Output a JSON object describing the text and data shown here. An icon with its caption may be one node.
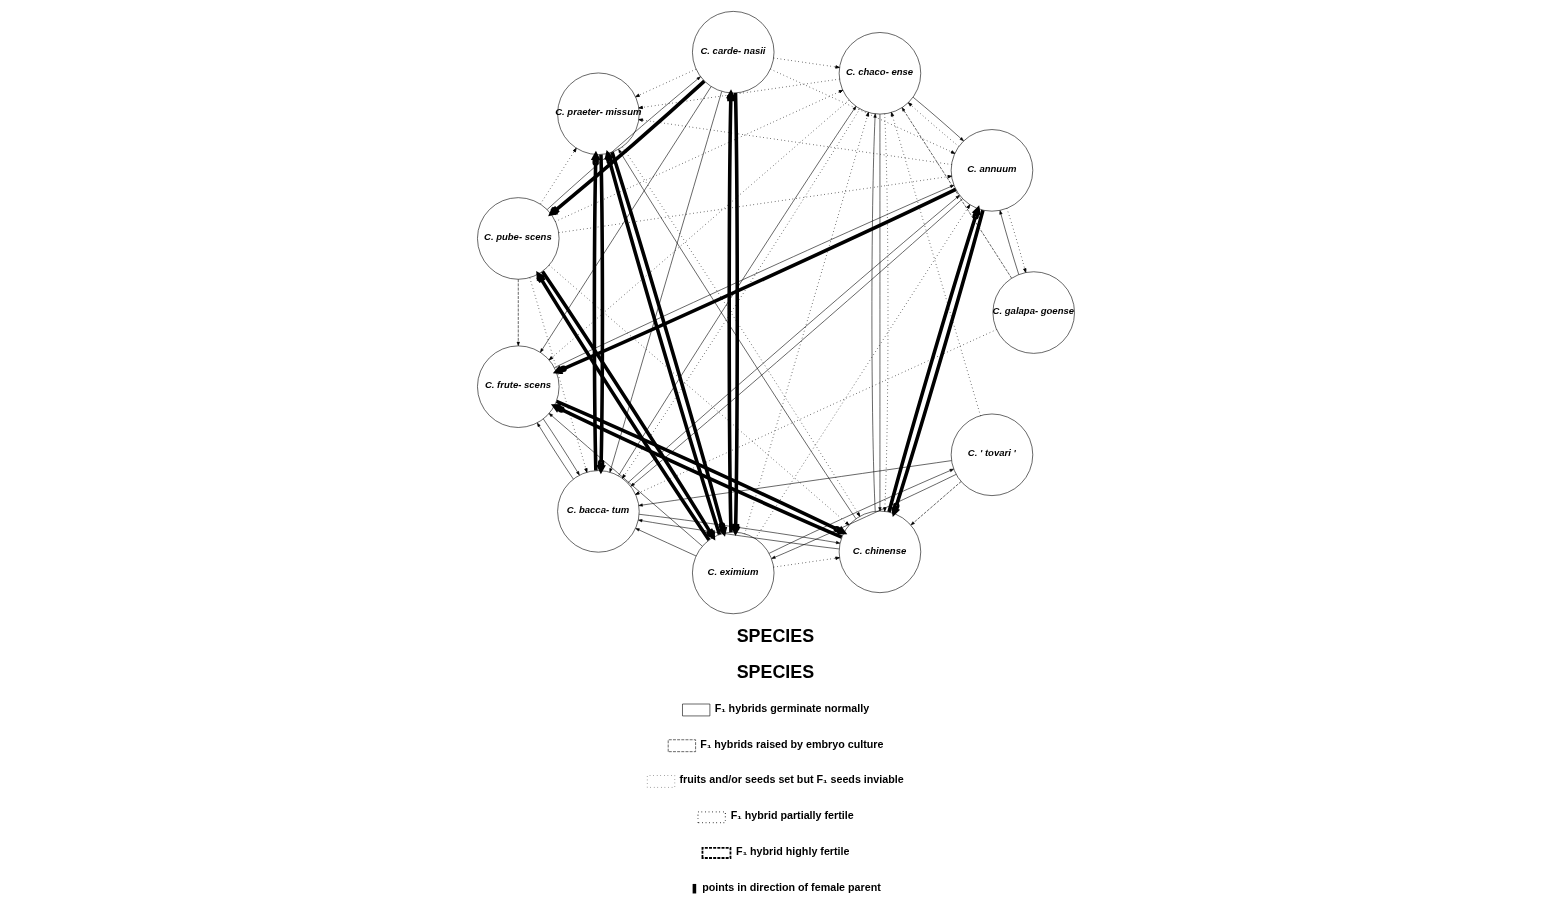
{
  "diagram": {
    "nodes": [
      {
        "text": [
          "C. bacca- tum"
        ]
      },
      {
        "text": [
          "C. praeter- missum"
        ]
      },
      {
        "text": [
          "C. frute- scens"
        ]
      },
      {
        "text": [
          "C. carde- nasii"
        ]
      },
      {
        "text": [
          "C. eximium"
        ]
      },
      {
        "text": [
          "C. chinense"
        ]
      },
      {
        "text": [
          "C. pube- scens"
        ]
      },
      {
        "text": [
          "C. annuum"
        ]
      },
      {
        "text": [
          "C. ' tovari '"
        ]
      },
      {
        "text": [
          "C. galapa- goense"
        ]
      },
      {
        "text": [
          "C. chaco- ense"
        ]
      }
    ],
    "edges": [
      {
        "from": 1,
        "to": 0,
        "arrow": "to",
        "style": "thick"
      },
      {
        "from": 0,
        "to": 1,
        "arrow": "to",
        "style": "thick"
      },
      {
        "from": 3,
        "to": 1,
        "arrow": "to",
        "style": "dashed"
      },
      {
        "from": 2,
        "to": 0,
        "arrow": "to"
      },
      {
        "from": 0,
        "to": 2,
        "arrow": "to"
      },
      {
        "from": 5,
        "to": 0,
        "arrow": "to"
      },
      {
        "from": 0,
        "to": 5,
        "arrow": "to"
      },
      {
        "from": 5,
        "to": 1,
        "arrow": "to"
      },
      {
        "from": 1,
        "to": 5,
        "arrow": "to",
        "style": "dashed"
      },
      {
        "from": 7,
        "to": 0,
        "arrow": "to"
      },
      {
        "from": 0,
        "to": 7,
        "arrow": "to"
      },
      {
        "from": 2,
        "to": 7,
        "arrow": "to"
      },
      {
        "from": 7,
        "to": 2,
        "arrow": "to",
        "style": "thick"
      },
      {
        "from": 2,
        "to": 5,
        "arrow": "to",
        "style": "thick"
      },
      {
        "from": 5,
        "to": 2,
        "arrow": "to",
        "style": "thick"
      },
      {
        "from": 7,
        "to": 5,
        "arrow": "to",
        "style": "thick"
      },
      {
        "from": 5,
        "to": 7,
        "arrow": "to",
        "style": "thick"
      },
      {
        "from": 3,
        "to": 2,
        "arrow": "to"
      },
      {
        "from": 4,
        "to": 2,
        "arrow": "to"
      },
      {
        "from": 6,
        "to": 2,
        "arrow": "to",
        "style": "dashed"
      },
      {
        "from": 10,
        "to": 2,
        "arrow": "to",
        "style": "dashed"
      },
      {
        "from": 0,
        "to": 10,
        "arrow": "to"
      },
      {
        "from": 8,
        "to": 0,
        "arrow": "to"
      },
      {
        "from": 3,
        "to": 0,
        "arrow": "to"
      },
      {
        "from": 4,
        "to": 0,
        "arrow": "to"
      },
      {
        "from": 9,
        "to": 0,
        "arrow": "to",
        "style": "dashed"
      },
      {
        "from": 10,
        "to": 0,
        "arrow": "to",
        "style": "dashed"
      },
      {
        "from": 6,
        "to": 0,
        "arrow": "to",
        "style": "dashed"
      },
      {
        "from": 10,
        "to": 1,
        "arrow": "to",
        "style": "dashed"
      },
      {
        "from": 7,
        "to": 1,
        "arrow": "to",
        "style": "dashed"
      },
      {
        "from": 6,
        "to": 1,
        "arrow": "to",
        "style": "dashed"
      },
      {
        "from": 1,
        "to": 4,
        "arrow": "to",
        "style": "thick"
      },
      {
        "from": 4,
        "to": 1,
        "arrow": "to",
        "style": "thick"
      },
      {
        "from": 4,
        "to": 3,
        "arrow": "to",
        "style": "thick"
      },
      {
        "from": 3,
        "to": 4,
        "arrow": "to",
        "style": "thick"
      },
      {
        "from": 6,
        "to": 4,
        "arrow": "to",
        "style": "thick"
      },
      {
        "from": 4,
        "to": 6,
        "arrow": "to",
        "style": "thick"
      },
      {
        "from": 3,
        "to": 6,
        "arrow": "to",
        "style": "thick"
      },
      {
        "from": 6,
        "to": 3,
        "arrow": "to"
      },
      {
        "from": 4,
        "to": 8,
        "arrow": "to"
      },
      {
        "from": 8,
        "to": 4,
        "arrow": "to"
      },
      {
        "from": 8,
        "to": 5,
        "arrow": "to",
        "style": "dashed"
      },
      {
        "from": 9,
        "to": 10,
        "arrow": "to",
        "style": "dashed"
      },
      {
        "from": 4,
        "to": 5,
        "arrow": "to",
        "style": "dashed"
      },
      {
        "from": 6,
        "to": 5,
        "arrow": "to",
        "style": "dashed"
      },
      {
        "from": 10,
        "to": 5,
        "arrow": "to",
        "style": "dashed"
      },
      {
        "from": 10,
        "to": 5,
        "arrow": "to"
      },
      {
        "from": 5,
        "to": 10,
        "arrow": "to"
      },
      {
        "from": 10,
        "to": 7,
        "arrow": "to"
      },
      {
        "from": 9,
        "to": 7,
        "arrow": "to"
      },
      {
        "from": 7,
        "to": 9,
        "arrow": "to",
        "style": "dashed"
      },
      {
        "from": 3,
        "to": 7,
        "arrow": "to",
        "style": "dashed"
      },
      {
        "from": 4,
        "to": 7,
        "arrow": "to",
        "style": "dashed"
      },
      {
        "from": 6,
        "to": 7,
        "arrow": "to",
        "style": "dashed"
      },
      {
        "from": 7,
        "to": 10,
        "arrow": "to",
        "style": "dashed"
      },
      {
        "from": 3,
        "to": 10,
        "arrow": "to",
        "style": "dashed"
      },
      {
        "from": 4,
        "to": 10,
        "arrow": "to",
        "style": "dashed"
      },
      {
        "from": 6,
        "to": 10,
        "arrow": "to",
        "style": "dashed"
      },
      {
        "from": 8,
        "to": 10,
        "arrow": "to",
        "style": "dashed"
      }
    ],
    "labels": [
      "SPECIES",
      "SPECIES"
    ],
    "legend": [
      {
        "text": "F₁ hybrids germinate normally"
      },
      {
        "text": "F₁ hybrids raised by embryo culture"
      },
      {
        "text": "fruits and/or seeds set but F₁ seeds inviable"
      },
      {
        "text": "F₁ hybrid partially fertile"
      },
      {
        "text": "F₁ hybrid highly fertile"
      },
      {
        "text": "points in direction of female parent"
      }
    ]
  }
}
